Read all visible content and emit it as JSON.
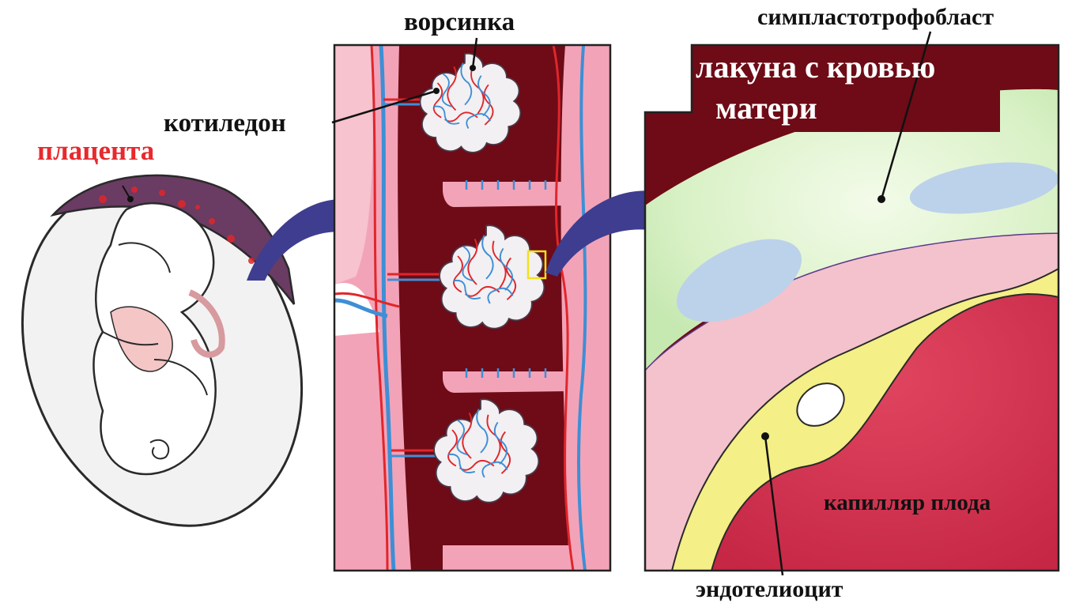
{
  "labels": {
    "placenta": "плацента",
    "villus": "ворсинка",
    "cotyledon": "котиледон",
    "syncytiotrophoblast": "симпластотрофобласт",
    "lacuna_line1": "лакуна с кровью",
    "lacuna_line2": "матери",
    "fetal_capillary": "капилляр плода",
    "endotheliocyte": "эндотелиоцит"
  },
  "colors": {
    "placenta_label": "#e8292d",
    "label_text": "#111111",
    "lacuna_text": "#ffffff",
    "arrow": "#3f3d8f",
    "maternal_tissue": "#6e0b16",
    "decidua_pink": "#f3a3b8",
    "artery": "#e0262b",
    "vein": "#3d8fd6",
    "syncytium_green": "#dff3cf",
    "capillary": "#d83a54",
    "endothelium_yellow": "#f4ef86",
    "vacuole_blue": "#bcd2ea"
  }
}
